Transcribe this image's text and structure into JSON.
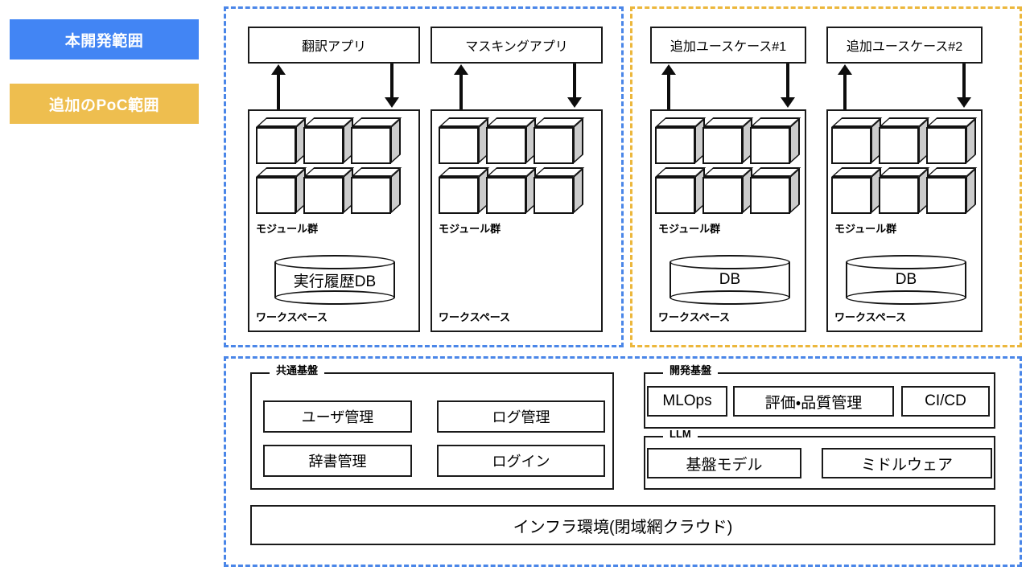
{
  "legend": {
    "items": [
      {
        "label": "本開発範囲",
        "color": "#4285f4",
        "name": "legend-main-development-scope"
      },
      {
        "label": "追加のPoC範囲",
        "color": "#eebe4f",
        "name": "legend-additional-poc-scope"
      }
    ]
  },
  "scopes": {
    "main_top": {
      "border_color": "#4a86e8"
    },
    "poc_top": {
      "border_color": "#ecb73c"
    },
    "main_bottom": {
      "border_color": "#4a86e8"
    }
  },
  "columns": [
    {
      "app_label": "翻訳アプリ",
      "modules_label": "モジュール群",
      "db_label": "実行履歴DB",
      "has_db": true,
      "workspace_label": "ワークスペース",
      "scope": "main"
    },
    {
      "app_label": "マスキングアプリ",
      "modules_label": "モジュール群",
      "db_label": "",
      "has_db": false,
      "workspace_label": "ワークスペース",
      "scope": "main"
    },
    {
      "app_label": "追加ユースケース#1",
      "modules_label": "モジュール群",
      "db_label": "DB",
      "has_db": true,
      "workspace_label": "ワークスペース",
      "scope": "poc"
    },
    {
      "app_label": "追加ユースケース#2",
      "modules_label": "モジュール群",
      "db_label": "DB",
      "has_db": true,
      "workspace_label": "ワークスペース",
      "scope": "poc"
    }
  ],
  "platform": {
    "common": {
      "legend": "共通基盤",
      "items": [
        "ユーザ管理",
        "ログ管理",
        "辞書管理",
        "ログイン"
      ]
    },
    "development": {
      "legend": "開発基盤",
      "items": [
        "MLOps",
        "評価・品質管理",
        "CI/CD"
      ]
    },
    "llm": {
      "legend": "LLM",
      "items": [
        "基盤モデル",
        "ミドルウェア"
      ]
    },
    "infra": {
      "label": "インフラ環境(閉域網クラウド)"
    }
  }
}
